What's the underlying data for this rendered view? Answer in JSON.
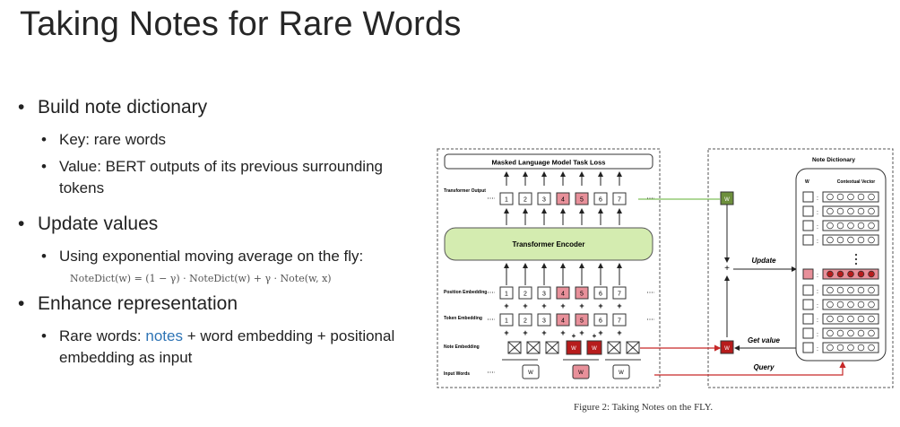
{
  "slide": {
    "title": "Taking Notes for Rare Words",
    "bullets": {
      "b1": "Build note dictionary",
      "b1_sub1": "Key: rare words",
      "b1_sub2": "Value: BERT outputs of its previous surrounding tokens",
      "b2": "Update values",
      "b2_sub1": "Using exponential moving average on the fly:",
      "formula": "NoteDict(w) = (1 − γ) · NoteDict(w) + γ · Note(w, x)",
      "b3": "Enhance representation",
      "b3_sub1_pre": "Rare words: ",
      "b3_sub1_hl": "notes",
      "b3_sub1_post": " + word embedding + positional embedding as input"
    }
  },
  "figure": {
    "mlm_loss": "Masked Language Model Task Loss",
    "transformer_output": "Transformer Output",
    "transformer_encoder": "Transformer Encoder",
    "position_embedding": "Position Embedding",
    "token_embedding": "Token Embedding",
    "note_embedding": "Note Embedding",
    "input_words": "Input Words",
    "tokens": [
      "1",
      "2",
      "3",
      "4",
      "5",
      "6",
      "7"
    ],
    "rare_word": "W",
    "note_dictionary": "Note Dictionary",
    "col_key": "W",
    "col_vector": "Contextual Vector",
    "update": "Update",
    "get_value": "Get value",
    "query": "Query",
    "colors": {
      "encoder_fill": "#d4ecb0",
      "highlight_fill": "#e8909a",
      "rare_fill": "#b71c1c",
      "green_arrow": "#7fbf5a",
      "red_arrow": "#c62828"
    },
    "caption": "Figure 2: Taking Notes on the FLY."
  }
}
